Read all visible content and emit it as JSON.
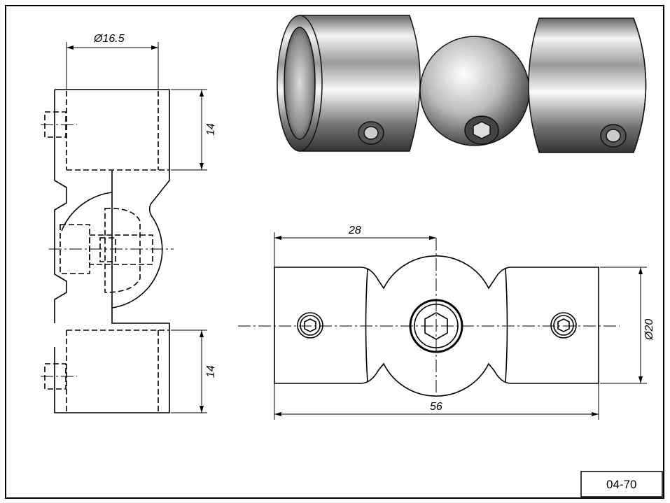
{
  "side_view": {
    "diameter_label": "Ø16.5",
    "top_height_label": "14",
    "bottom_height_label": "14"
  },
  "front_view": {
    "half_length_label": "28",
    "total_length_label": "56",
    "diameter_label": "Ø20"
  },
  "title_block": {
    "part_number": "04-70"
  },
  "colors": {
    "line": "#000000",
    "background": "#ffffff"
  }
}
